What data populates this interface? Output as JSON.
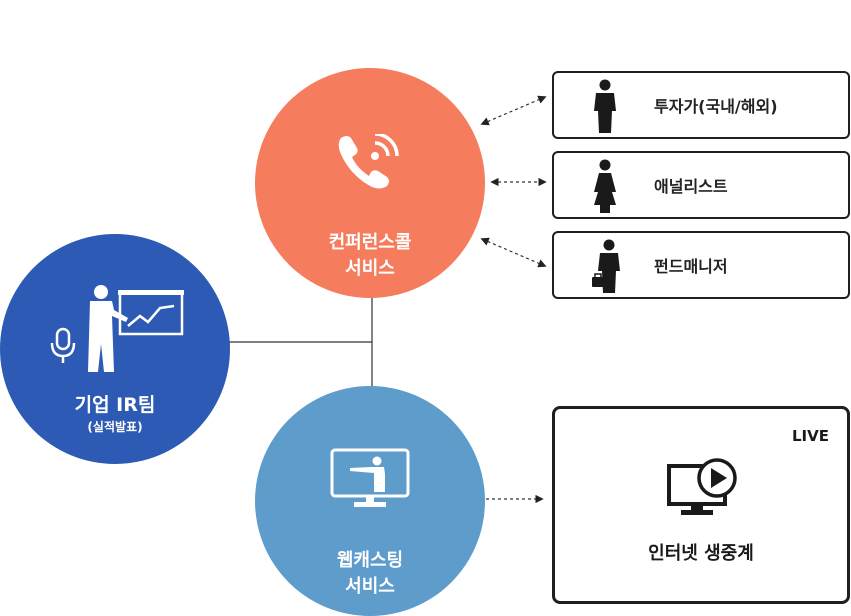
{
  "diagram": {
    "company": {
      "title": "기업 IR팀",
      "subtitle": "(실적발표)",
      "color": "#2d5ab4",
      "icon": "presenter-with-chart-icon",
      "mic_icon": "microphone-icon"
    },
    "conference_call": {
      "label_line1": "컨퍼런스콜",
      "label_line2": "서비스",
      "color": "#f57c5c",
      "icon": "phone-ringing-icon"
    },
    "webcasting": {
      "label_line1": "웹캐스팅",
      "label_line2": "서비스",
      "color": "#5e9ccc",
      "icon": "monitor-presenter-icon"
    },
    "participants": [
      {
        "label": "투자가(국내/해외)",
        "icon": "person-icon"
      },
      {
        "label": "애널리스트",
        "icon": "woman-icon"
      },
      {
        "label": "펀드매니저",
        "icon": "businessman-briefcase-icon"
      }
    ],
    "live_box": {
      "badge": "LIVE",
      "label": "인터넷 생중계",
      "icon": "monitor-play-icon"
    }
  }
}
